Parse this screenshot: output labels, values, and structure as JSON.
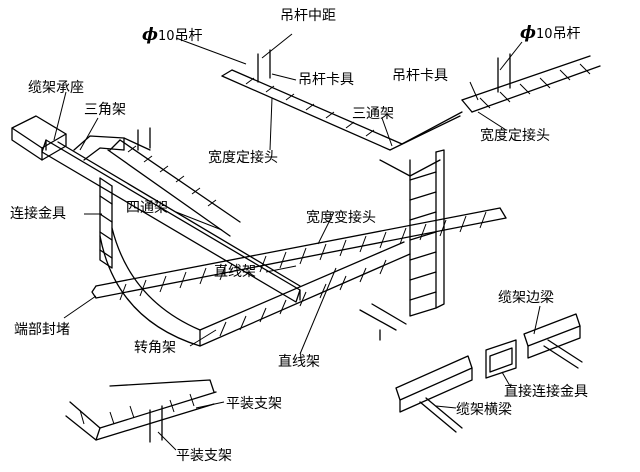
{
  "labels": {
    "rod_spacing": "吊杆中距",
    "rod_left": {
      "symbol": "ϕ",
      "size": "10",
      "text": "吊杆"
    },
    "rod_right": {
      "symbol": "ϕ",
      "size": "10",
      "text": "吊杆"
    },
    "rod_clamp_left": "吊杆卡具",
    "rod_clamp_right": "吊杆卡具",
    "tray_bracket": "缆架承座",
    "triangle_frame": "三角架",
    "tee_frame": "三通架",
    "width_fixed_joint_left": "宽度定接头",
    "width_fixed_joint_right": "宽度定接头",
    "connector": "连接金具",
    "cross_frame": "四通架",
    "width_var_joint": "宽度变接头",
    "straight_frame_mid": "直线架",
    "end_cap": "端部封堵",
    "corner_frame": "转角架",
    "straight_frame_bottom": "直线架",
    "tray_side_beam": "缆架边梁",
    "direct_connector": "直接连接金具",
    "tray_cross_beam": "缆架横梁",
    "flat_bracket_right": "平装支架",
    "flat_bracket_bottom": "平装支架"
  }
}
